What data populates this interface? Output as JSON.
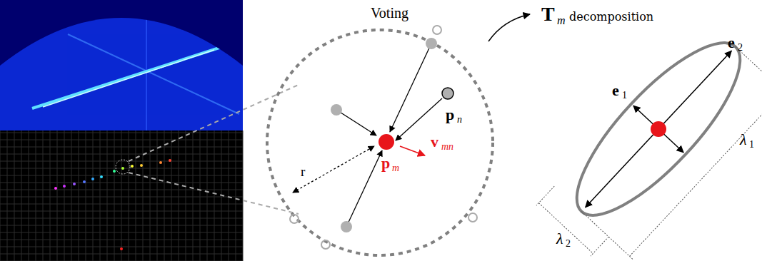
{
  "diagram": {
    "labels": [
      "Voting",
      "r",
      "v",
      "mn",
      "p",
      "m",
      "p",
      "n",
      "T",
      "m",
      "decomposition",
      "e",
      "1",
      "e",
      "2",
      "λ",
      "1",
      "λ",
      "2"
    ]
  }
}
